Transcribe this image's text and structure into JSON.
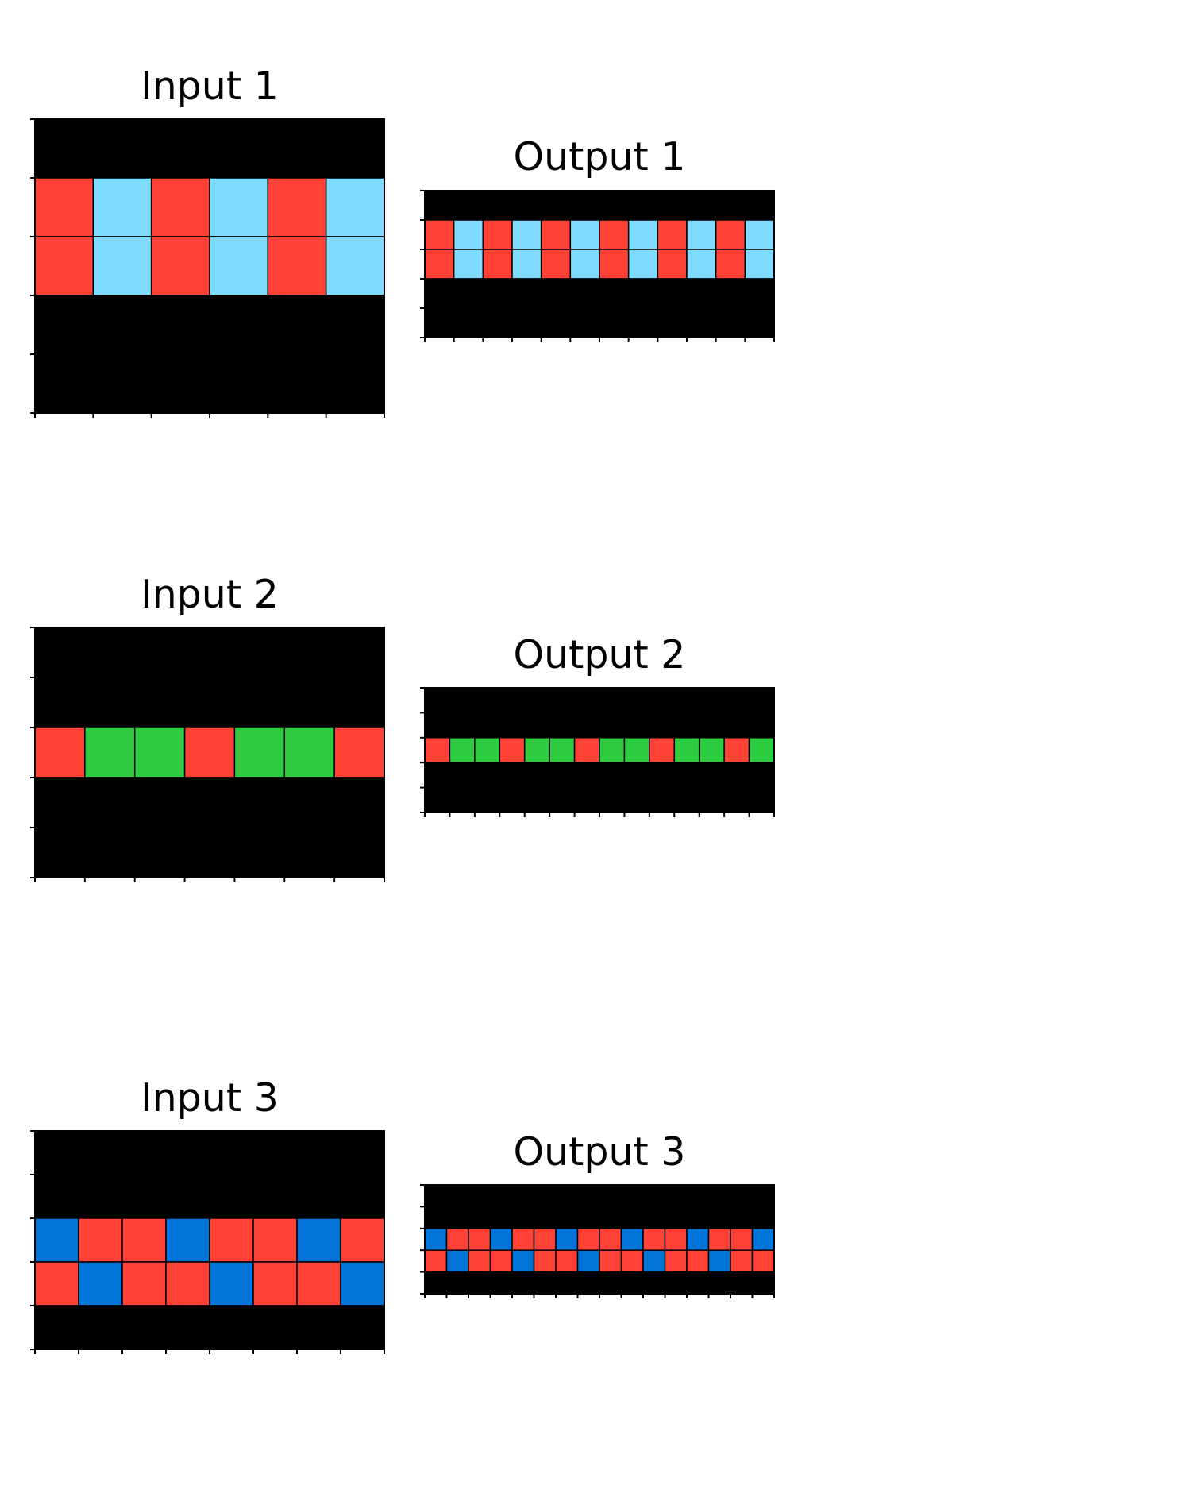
{
  "palette": {
    "0": "#000000",
    "1": "#0074d9",
    "2": "#ff4136",
    "3": "#2ecc40",
    "8": "#7fdbff"
  },
  "panels": [
    {
      "title": "Input 1",
      "grid": [
        [
          0,
          0,
          0,
          0,
          0,
          0
        ],
        [
          2,
          8,
          2,
          8,
          2,
          8
        ],
        [
          2,
          8,
          2,
          8,
          2,
          8
        ],
        [
          0,
          0,
          0,
          0,
          0,
          0
        ],
        [
          0,
          0,
          0,
          0,
          0,
          0
        ]
      ]
    },
    {
      "title": "Output 1",
      "grid": [
        [
          0,
          0,
          0,
          0,
          0,
          0,
          0,
          0,
          0,
          0,
          0,
          0
        ],
        [
          2,
          8,
          2,
          8,
          2,
          8,
          2,
          8,
          2,
          8,
          2,
          8
        ],
        [
          2,
          8,
          2,
          8,
          2,
          8,
          2,
          8,
          2,
          8,
          2,
          8
        ],
        [
          0,
          0,
          0,
          0,
          0,
          0,
          0,
          0,
          0,
          0,
          0,
          0
        ],
        [
          0,
          0,
          0,
          0,
          0,
          0,
          0,
          0,
          0,
          0,
          0,
          0
        ]
      ]
    },
    {
      "title": "Input 2",
      "grid": [
        [
          0,
          0,
          0,
          0,
          0,
          0,
          0
        ],
        [
          0,
          0,
          0,
          0,
          0,
          0,
          0
        ],
        [
          2,
          3,
          3,
          2,
          3,
          3,
          2
        ],
        [
          0,
          0,
          0,
          0,
          0,
          0,
          0
        ],
        [
          0,
          0,
          0,
          0,
          0,
          0,
          0
        ]
      ]
    },
    {
      "title": "Output 2",
      "grid": [
        [
          0,
          0,
          0,
          0,
          0,
          0,
          0,
          0,
          0,
          0,
          0,
          0,
          0,
          0
        ],
        [
          0,
          0,
          0,
          0,
          0,
          0,
          0,
          0,
          0,
          0,
          0,
          0,
          0,
          0
        ],
        [
          2,
          3,
          3,
          2,
          3,
          3,
          2,
          3,
          3,
          2,
          3,
          3,
          2,
          3
        ],
        [
          0,
          0,
          0,
          0,
          0,
          0,
          0,
          0,
          0,
          0,
          0,
          0,
          0,
          0
        ],
        [
          0,
          0,
          0,
          0,
          0,
          0,
          0,
          0,
          0,
          0,
          0,
          0,
          0,
          0
        ]
      ]
    },
    {
      "title": "Input 3",
      "grid": [
        [
          0,
          0,
          0,
          0,
          0,
          0,
          0,
          0
        ],
        [
          0,
          0,
          0,
          0,
          0,
          0,
          0,
          0
        ],
        [
          1,
          2,
          2,
          1,
          2,
          2,
          1,
          2
        ],
        [
          2,
          1,
          2,
          2,
          1,
          2,
          2,
          1
        ],
        [
          0,
          0,
          0,
          0,
          0,
          0,
          0,
          0
        ]
      ]
    },
    {
      "title": "Output 3",
      "grid": [
        [
          0,
          0,
          0,
          0,
          0,
          0,
          0,
          0,
          0,
          0,
          0,
          0,
          0,
          0,
          0,
          0
        ],
        [
          0,
          0,
          0,
          0,
          0,
          0,
          0,
          0,
          0,
          0,
          0,
          0,
          0,
          0,
          0,
          0
        ],
        [
          1,
          2,
          2,
          1,
          2,
          2,
          1,
          2,
          2,
          1,
          2,
          2,
          1,
          2,
          2,
          1
        ],
        [
          2,
          1,
          2,
          2,
          1,
          2,
          2,
          1,
          2,
          2,
          1,
          2,
          2,
          1,
          2,
          2
        ],
        [
          0,
          0,
          0,
          0,
          0,
          0,
          0,
          0,
          0,
          0,
          0,
          0,
          0,
          0,
          0,
          0
        ]
      ]
    }
  ]
}
